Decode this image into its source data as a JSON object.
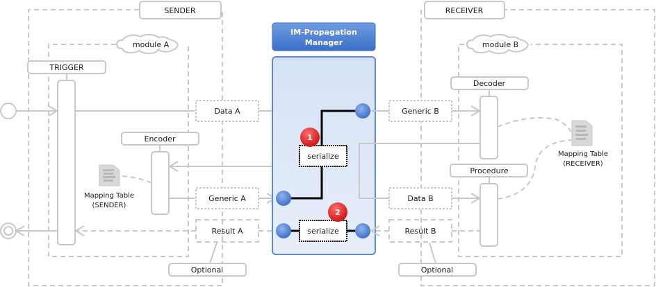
{
  "diagram": {
    "sender": {
      "title": "SENDER",
      "module": "module A",
      "trigger": "TRIGGER",
      "encoder": "Encoder",
      "mapping_table": [
        "Mapping Table",
        "(SENDER)"
      ],
      "data": "Data A",
      "generic": "Generic A",
      "result": "Result A",
      "optional": "Optional"
    },
    "manager": {
      "title_line1": "IM-Propagation",
      "title_line2": "Manager",
      "serialize_1": "serialize",
      "serialize_2": "serialize",
      "badge_1": "1",
      "badge_2": "2",
      "colors": {
        "header": "#4a7fd0",
        "panel": "#dbe6f7",
        "node": "#4a7fd0",
        "badge": "#dd2222"
      }
    },
    "receiver": {
      "title": "RECEIVER",
      "module": "module B",
      "decoder": "Decoder",
      "procedure": "Procedure",
      "mapping_table": [
        "Mapping Table",
        "(RECEIVER)"
      ],
      "generic": "Generic B",
      "data": "Data B",
      "result": "Result B",
      "optional": "Optional"
    }
  }
}
